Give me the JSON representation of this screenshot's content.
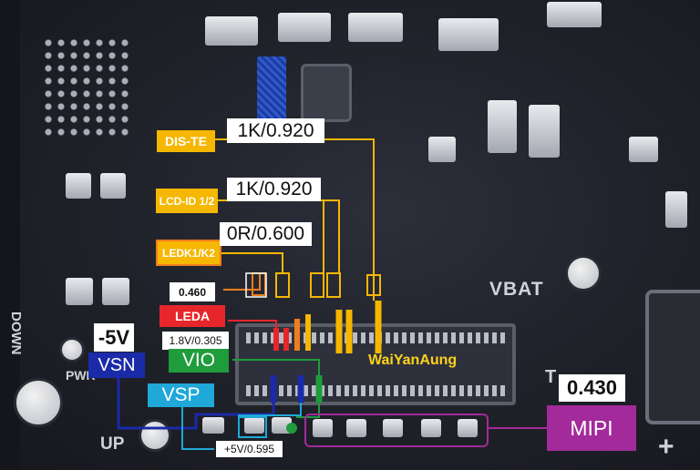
{
  "silkscreen": {
    "down": "DOWN",
    "pwr": "PWR",
    "up": "UP",
    "vbat": "VBAT",
    "plus": "+",
    "t": "T"
  },
  "labels": {
    "dis_te": "DIS-TE",
    "dis_te_value": "1K/0.920",
    "lcd_id": "LCD-ID 1/2",
    "lcd_id_value": "1K/0.920",
    "ledk": "LEDK1/K2",
    "ledk_value": "0R/0.600",
    "leda_value": "0.460",
    "leda": "LEDA",
    "vsn_value": "-5V",
    "vsn": "VSN",
    "vio_value": "1.8V/0.305",
    "vio": "VIO",
    "vsp": "VSP",
    "vsp_value": "+5V/0.595",
    "mipi_value": "0.430",
    "mipi": "MIPI",
    "watermark": "WaiYanAung"
  },
  "colors": {
    "yellow": "#f5b700",
    "orange": "#f07d1e",
    "red": "#e6262b",
    "green": "#1f9c3c",
    "blue": "#1a2aa8",
    "cyan": "#1fa8d8",
    "purple": "#a32a9a",
    "white_box": "#ffffff",
    "gray": "#d8d8d8"
  }
}
